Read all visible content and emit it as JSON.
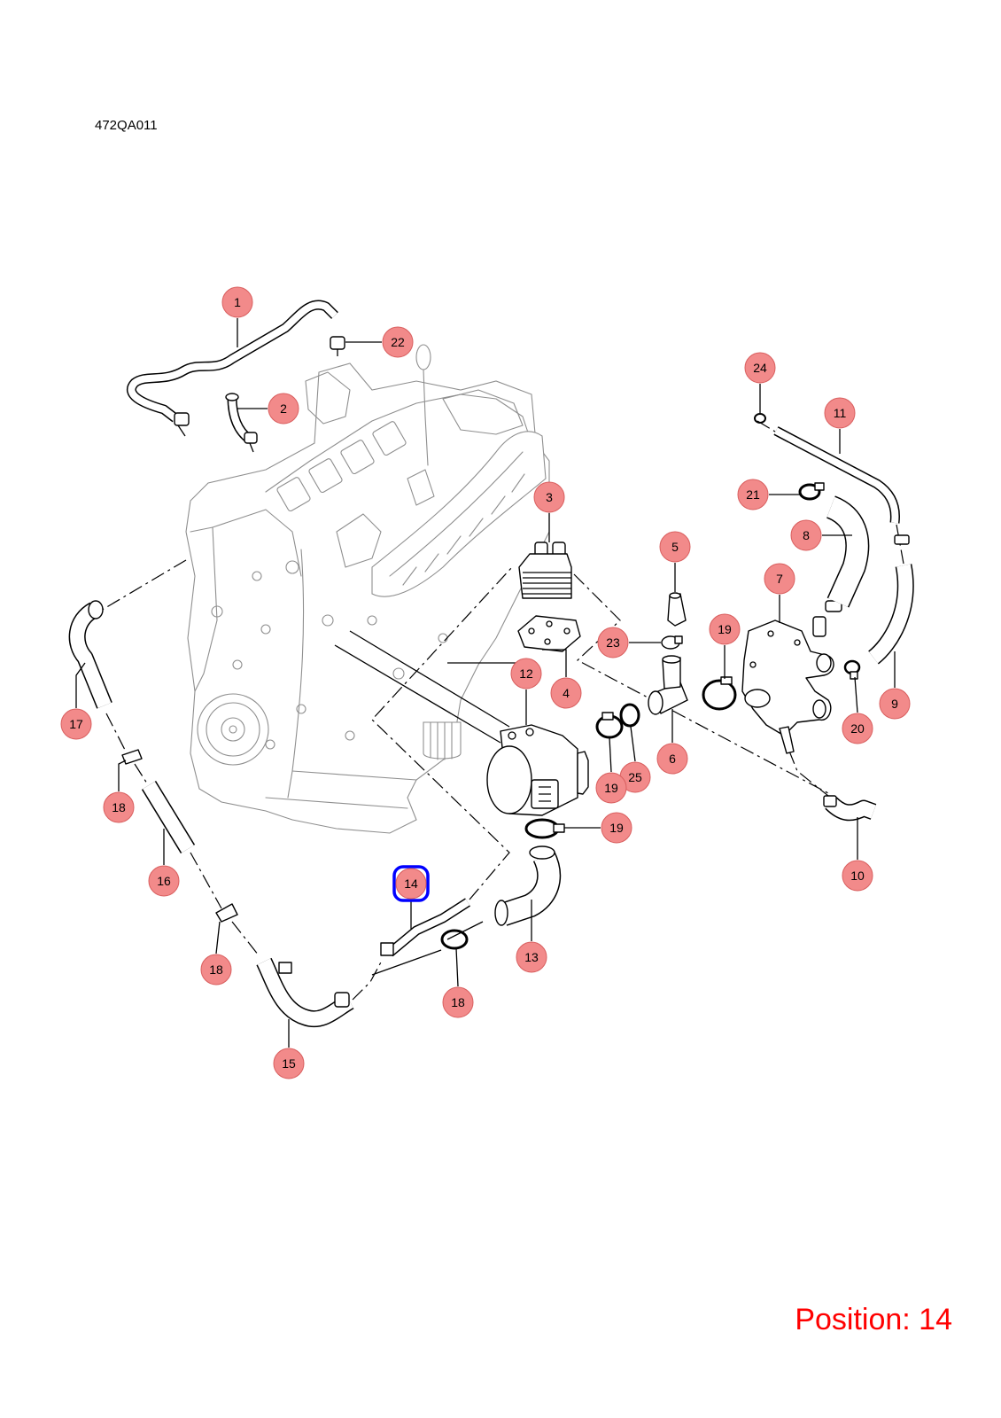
{
  "header": {
    "diagram_code": "472QA011"
  },
  "footer": {
    "position_label": "Position: 14"
  },
  "colors": {
    "callout_fill": "#f28a8a",
    "callout_stroke": "#d95f5f",
    "selection": "#0000ff",
    "position_text": "#ff0000",
    "parts": "#000000",
    "engine": "#8f8f8f"
  },
  "callouts": [
    {
      "label": "1"
    },
    {
      "label": "22"
    },
    {
      "label": "2"
    },
    {
      "label": "24"
    },
    {
      "label": "11"
    },
    {
      "label": "3"
    },
    {
      "label": "21"
    },
    {
      "label": "8"
    },
    {
      "label": "5"
    },
    {
      "label": "7"
    },
    {
      "label": "23"
    },
    {
      "label": "19"
    },
    {
      "label": "12"
    },
    {
      "label": "4"
    },
    {
      "label": "9"
    },
    {
      "label": "20"
    },
    {
      "label": "17"
    },
    {
      "label": "6"
    },
    {
      "label": "25"
    },
    {
      "label": "19"
    },
    {
      "label": "18"
    },
    {
      "label": "19"
    },
    {
      "label": "16"
    },
    {
      "label": "10"
    },
    {
      "label": "14",
      "selected": true
    },
    {
      "label": "13"
    },
    {
      "label": "18"
    },
    {
      "label": "18"
    },
    {
      "label": "15"
    }
  ]
}
